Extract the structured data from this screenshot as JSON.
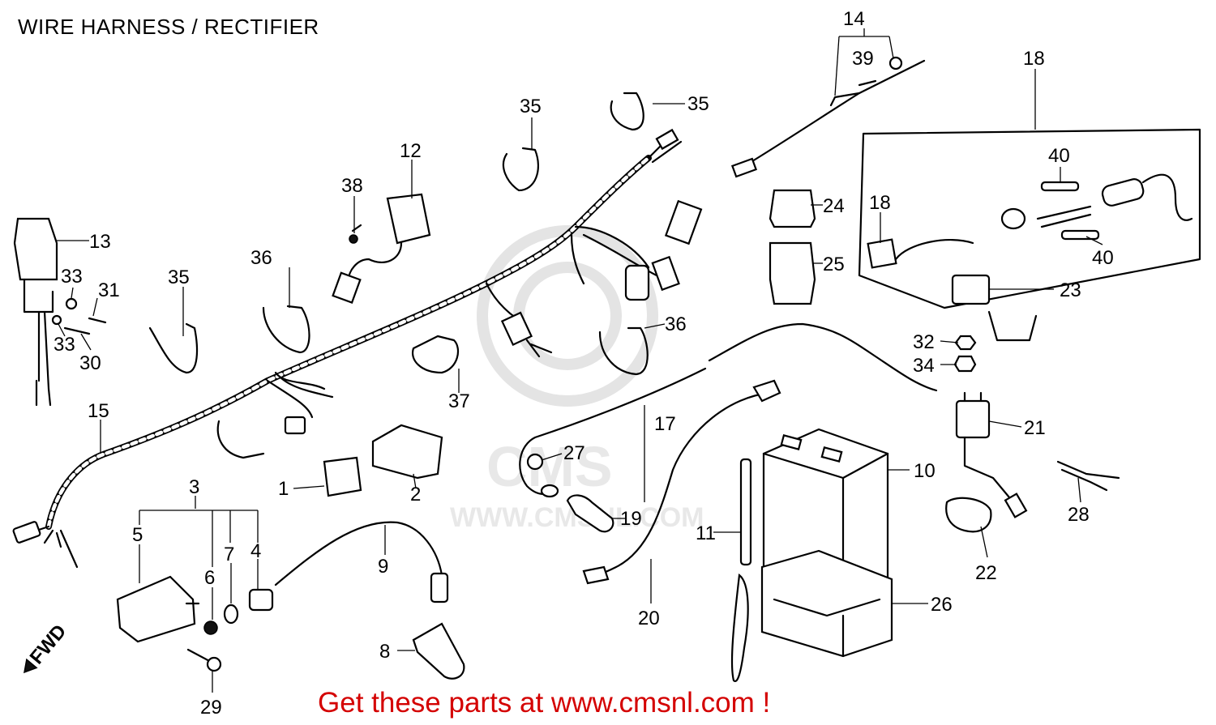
{
  "title": "WIRE HARNESS /  RECTIFIER",
  "footer_cta": "Get these parts at www.cmsnl.com !",
  "accent_color": "#d40000",
  "watermark": {
    "brand": "CMS",
    "url": "WWW.CMSNL.COM"
  },
  "direction_marker": "FWD",
  "callouts": [
    "1",
    "2",
    "3",
    "4",
    "5",
    "6",
    "7",
    "8",
    "9",
    "10",
    "11",
    "12",
    "13",
    "14",
    "15",
    "17",
    "18",
    "18",
    "19",
    "20",
    "21",
    "22",
    "23",
    "24",
    "25",
    "26",
    "27",
    "28",
    "29",
    "30",
    "31",
    "32",
    "33",
    "33",
    "34",
    "35",
    "35",
    "35",
    "36",
    "36",
    "37",
    "38",
    "39",
    "40",
    "40"
  ]
}
